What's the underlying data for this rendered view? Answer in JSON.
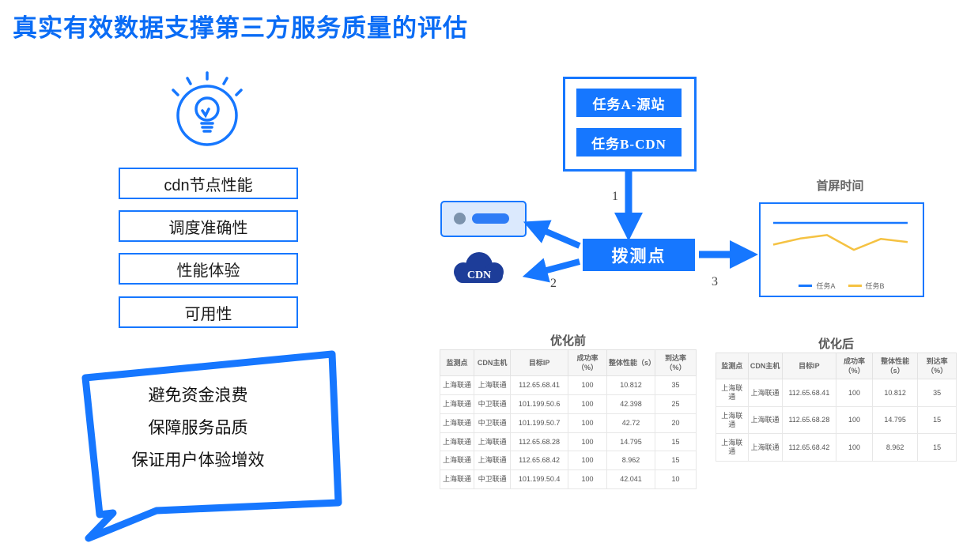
{
  "title": "真实有效数据支撑第三方服务质量的评估",
  "colors": {
    "primary_blue": "#1677ff",
    "title_blue": "#0a6cf5",
    "cloud_navy": "#1d3d99",
    "series_a_blue": "#1677ff",
    "series_b_yellow": "#f5c242"
  },
  "left_panel": {
    "items": [
      "cdn节点性能",
      "调度准确性",
      "性能体验",
      "可用性"
    ],
    "bubble_lines": [
      "避免资金浪费",
      "保障服务品质",
      "保证用户体验增效"
    ]
  },
  "diagram": {
    "task_a": "任务A-源站",
    "task_b": "任务B-CDN",
    "probe": "拨测点",
    "cdn_label": "CDN",
    "step1": "1",
    "step2": "2",
    "step3": "3",
    "chart_title": "首屏时间"
  },
  "chart_data": {
    "type": "line",
    "title": "首屏时间",
    "xlabel": "",
    "ylabel": "",
    "grid": false,
    "legend_position": "bottom",
    "series": [
      {
        "name": "任务A",
        "color": "#1677ff",
        "values": [
          6.0,
          6.0,
          6.0,
          6.0,
          6.0,
          6.0
        ]
      },
      {
        "name": "任务B",
        "color": "#f5c242",
        "values": [
          3.5,
          4.2,
          4.6,
          2.9,
          4.15,
          3.8
        ]
      }
    ]
  },
  "tables": {
    "before": {
      "title": "优化前",
      "headers": [
        "监测点",
        "CDN主机",
        "目标IP",
        "成功率（%）",
        "整体性能（s）",
        "到达率（%）"
      ],
      "rows": [
        [
          "上海联通",
          "上海联通",
          "112.65.68.41",
          "100",
          "10.812",
          "35"
        ],
        [
          "上海联通",
          "中卫联通",
          "101.199.50.6",
          "100",
          "42.398",
          "25"
        ],
        [
          "上海联通",
          "中卫联通",
          "101.199.50.7",
          "100",
          "42.72",
          "20"
        ],
        [
          "上海联通",
          "上海联通",
          "112.65.68.28",
          "100",
          "14.795",
          "15"
        ],
        [
          "上海联通",
          "上海联通",
          "112.65.68.42",
          "100",
          "8.962",
          "15"
        ],
        [
          "上海联通",
          "中卫联通",
          "101.199.50.4",
          "100",
          "42.041",
          "10"
        ]
      ]
    },
    "after": {
      "title": "优化后",
      "headers": [
        "监测点",
        "CDN主机",
        "目标IP",
        "成功率（%）",
        "整体性能（s）",
        "到达率（%）"
      ],
      "rows": [
        [
          "上海联通",
          "上海联通",
          "112.65.68.41",
          "100",
          "10.812",
          "35"
        ],
        [
          "上海联通",
          "上海联通",
          "112.65.68.28",
          "100",
          "14.795",
          "15"
        ],
        [
          "上海联通",
          "上海联通",
          "112.65.68.42",
          "100",
          "8.962",
          "15"
        ]
      ]
    }
  }
}
